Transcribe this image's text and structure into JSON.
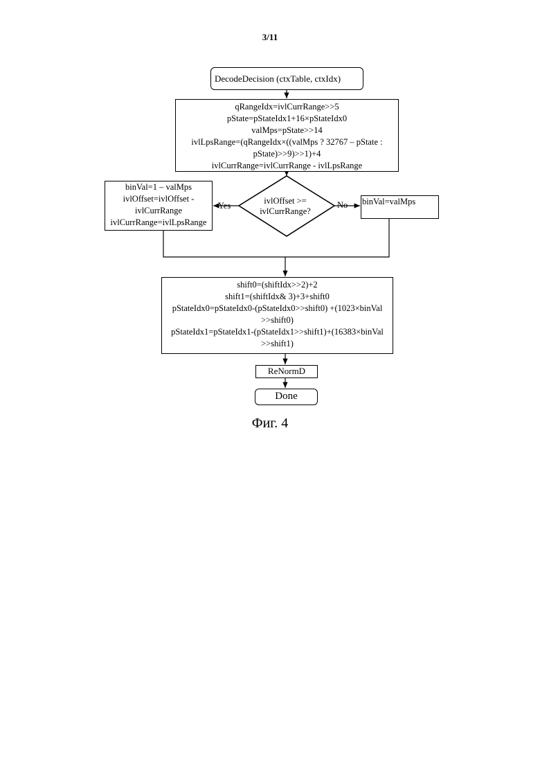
{
  "page_number": "3/11",
  "start": "DecodeDecision (ctxTable, ctxIdx)",
  "calc1": [
    "qRangeIdx=ivlCurrRange>>5",
    "pState=pStateIdx1+16×pStateIdx0",
    "valMps=pState>>14",
    "ivlLpsRange=(qRangeIdx×((valMps ? 32767 – pState :",
    "pState)>>9)>>1)+4",
    "ivlCurrRange=ivlCurrRange - ivlLpsRange"
  ],
  "decision": [
    "ivlOffset >=",
    "ivlCurrRange?"
  ],
  "yes_label": "Yes",
  "no_label": "No",
  "yes_box": [
    "binVal=1 – valMps",
    "ivlOffset=ivlOffset -",
    "ivlCurrRange",
    "ivlCurrRange=ivlLpsRange"
  ],
  "no_box": "binVal=valMps",
  "calc2": [
    "shift0=(shiftIdx>>2)+2",
    "shift1=(shiftIdx& 3)+3+shift0",
    "pStateIdx0=pStateIdx0-(pStateIdx0>>shift0) +(1023×binVal",
    ">>shift0)",
    "pStateIdx1=pStateIdx1-(pStateIdx1>>shift1)+(16383×binVal",
    ">>shift1)"
  ],
  "renorm": "ReNormD",
  "done": "Done",
  "caption": "Фиг. 4"
}
